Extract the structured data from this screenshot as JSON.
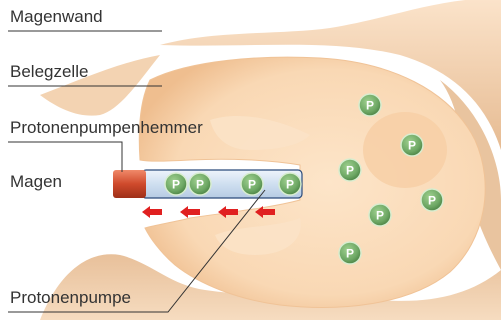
{
  "labels": {
    "stomach_wall": "Magenwand",
    "parietal_cell": "Belegzelle",
    "inhibitor": "Protonenpumpenhemmer",
    "stomach": "Magen",
    "proton_pump": "Protonenpumpe"
  },
  "particle_letter": "P",
  "particle_count_in_tube": 4,
  "particle_count_in_cell": 6,
  "arrow_count": 4,
  "colors": {
    "cell_body": "#f9d8b4",
    "cell_edge": "#f2c08f",
    "tissue_shadow": "#e2b894",
    "particle": "#6ea865",
    "particle_letter": "#ffffff",
    "arrow": "#e02020",
    "inhibitor_cap": "#d14a30",
    "tube": "#d6e4f2",
    "tube_edge": "#2a4a7a",
    "line": "#333333"
  }
}
